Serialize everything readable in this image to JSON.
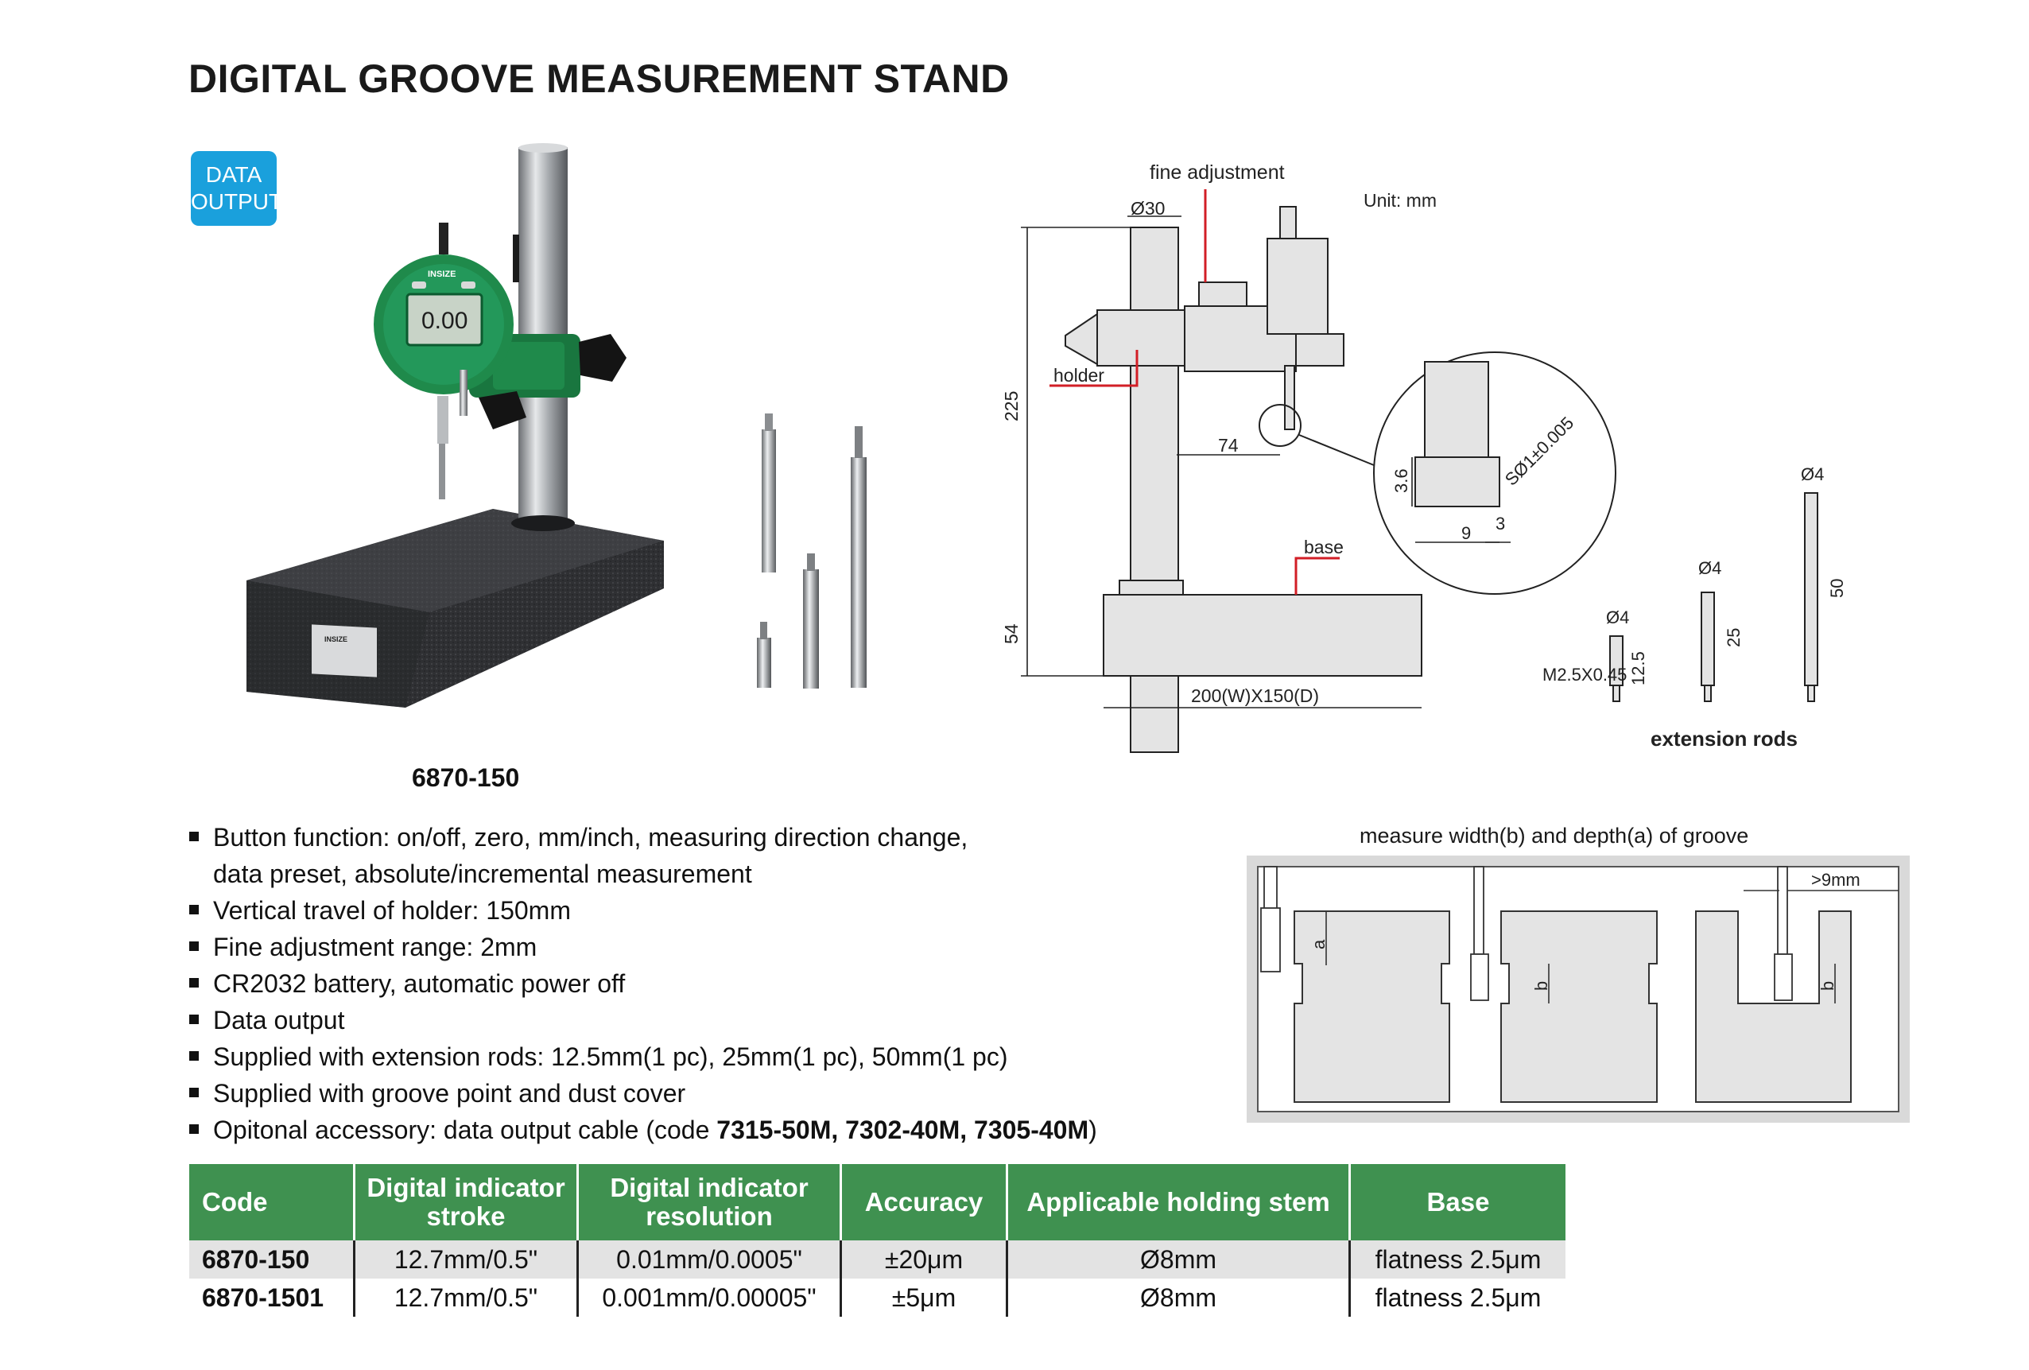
{
  "title": "DIGITAL GROOVE MEASUREMENT STAND",
  "badge": {
    "line1": "DATA",
    "line2": "OUTPUT"
  },
  "photo": {
    "product_code": "6870-150",
    "indicator_display": "0.00",
    "indicator_brand": "INSIZE",
    "label_plate": "INSIZE"
  },
  "drawing": {
    "unit": "Unit: mm",
    "fine_adjustment": "fine adjustment",
    "holder": "holder",
    "base": "base",
    "dim_column": "Ø30",
    "dim_height": "225",
    "dim_base_height": "54",
    "dim_reach": "74",
    "dim_base_size": "200(W)X150(D)",
    "detail_h": "3.6",
    "detail_sphere": "SØ1±0.005",
    "detail_w9": "9",
    "detail_w3": "3",
    "rod_thread": "M2.5X0.45",
    "rods": [
      {
        "dia": "Ø4",
        "len": "12.5"
      },
      {
        "dia": "Ø4",
        "len": "25"
      },
      {
        "dia": "Ø4",
        "len": "50"
      }
    ],
    "rods_caption": "extension rods"
  },
  "features": [
    "Button function: on/off, zero, mm/inch, measuring direction change,",
    "data preset, absolute/incremental measurement",
    "Vertical travel of holder: 150mm",
    "Fine adjustment range: 2mm",
    "CR2032 battery, automatic power off",
    "Data output",
    "Supplied with extension rods: 12.5mm(1 pc), 25mm(1 pc), 50mm(1 pc)",
    "Supplied with groove point and dust cover"
  ],
  "accessory": {
    "prefix": "Opitonal accessory: data output cable (code ",
    "codes": "7315-50M, 7302-40M, 7305-40M",
    "suffix": ")"
  },
  "groove": {
    "caption": "measure width(b) and depth(a) of groove",
    "label_a": "a",
    "label_b1": "b",
    "label_b2": "b",
    "label_9mm": ">9mm"
  },
  "table": {
    "headers": [
      "Code",
      "Digital indicator stroke",
      "Digital indicator resolution",
      "Accuracy",
      "Applicable holding stem",
      "Base"
    ],
    "rows": [
      [
        "6870-150",
        "12.7mm/0.5\"",
        "0.01mm/0.0005\"",
        "±20μm",
        "Ø8mm",
        "flatness 2.5μm"
      ],
      [
        "6870-1501",
        "12.7mm/0.5\"",
        "0.001mm/0.00005\"",
        "±5μm",
        "Ø8mm",
        "flatness 2.5μm"
      ]
    ]
  },
  "colors": {
    "accent_green": "#3f9150",
    "badge_blue": "#1aa0dc",
    "callout_red": "#d21e26"
  }
}
